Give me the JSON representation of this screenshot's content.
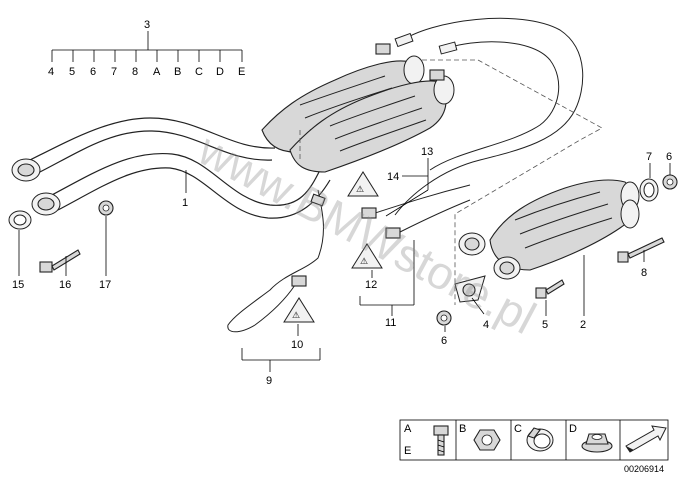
{
  "callouts": {
    "c1": "1",
    "c2": "2",
    "c3": "3",
    "c4": "4",
    "c5": "5",
    "c6a": "6",
    "c6b": "6",
    "c7": "7",
    "c8": "8",
    "c9": "9",
    "c10": "10",
    "c11": "11",
    "c12": "12",
    "c13": "13",
    "c14": "14",
    "c15": "15",
    "c16": "16",
    "c17": "17"
  },
  "kit_row": [
    "4",
    "5",
    "6",
    "7",
    "8",
    "A",
    "B",
    "C",
    "D",
    "E"
  ],
  "legend": {
    "a": "A",
    "b": "B",
    "c": "C",
    "d": "D",
    "e": "E"
  },
  "watermark": "www.BMWstore.pl",
  "diagram_code": "00206914",
  "icons": [
    "bolt-icon",
    "nut-icon",
    "clamp-icon",
    "flange-nut-icon",
    "arrow-icon",
    "warning-triangle-icon"
  ]
}
